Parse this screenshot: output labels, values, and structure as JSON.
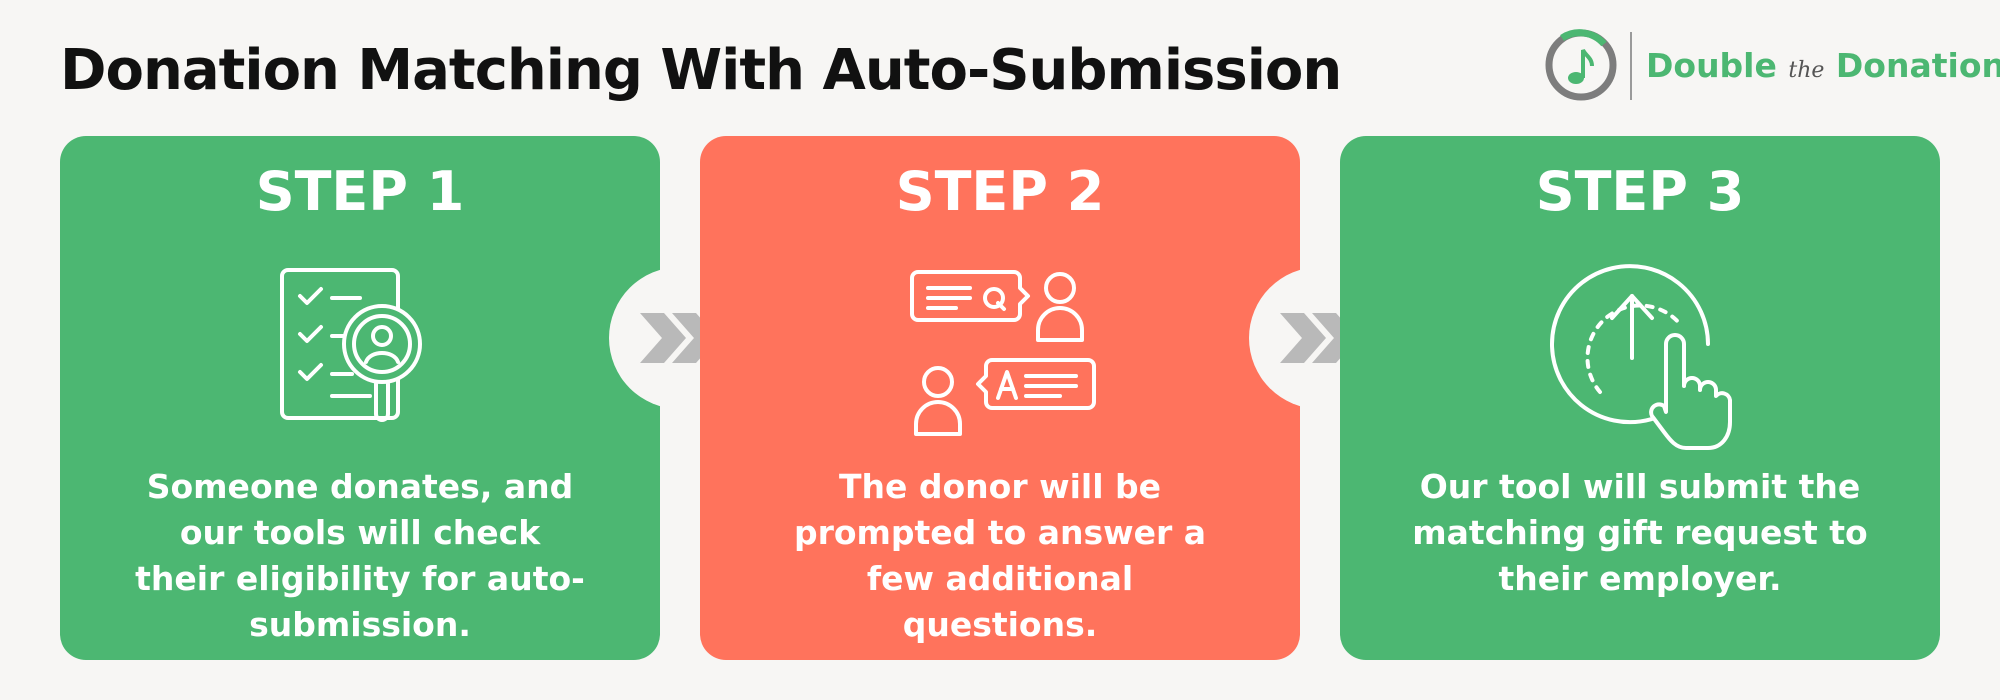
{
  "header": {
    "title": "Donation Matching With Auto-Submission",
    "logo": {
      "word1": "Double",
      "word2": "the",
      "word3": "Donation",
      "icon": "music-note-circle-icon"
    }
  },
  "steps": [
    {
      "label": "STEP 1",
      "description": "Someone donates, and our tools will check their eligibility for auto-submission.",
      "icon": "checklist-magnifier-icon",
      "color": "#4cb772"
    },
    {
      "label": "STEP 2",
      "description": "The donor will be prompted to answer a few additional questions.",
      "icon": "question-answer-chat-icon",
      "color": "#ff735c"
    },
    {
      "label": "STEP 3",
      "description": "Our tool will submit the matching gift request to their employer.",
      "icon": "upload-tap-icon",
      "color": "#4cb772"
    }
  ],
  "connectors": [
    "double-chevron-right-icon",
    "double-chevron-right-icon"
  ],
  "colors": {
    "background": "#f7f6f4",
    "green": "#4cb772",
    "coral": "#ff735c",
    "chevron": "#b9b9b9"
  }
}
